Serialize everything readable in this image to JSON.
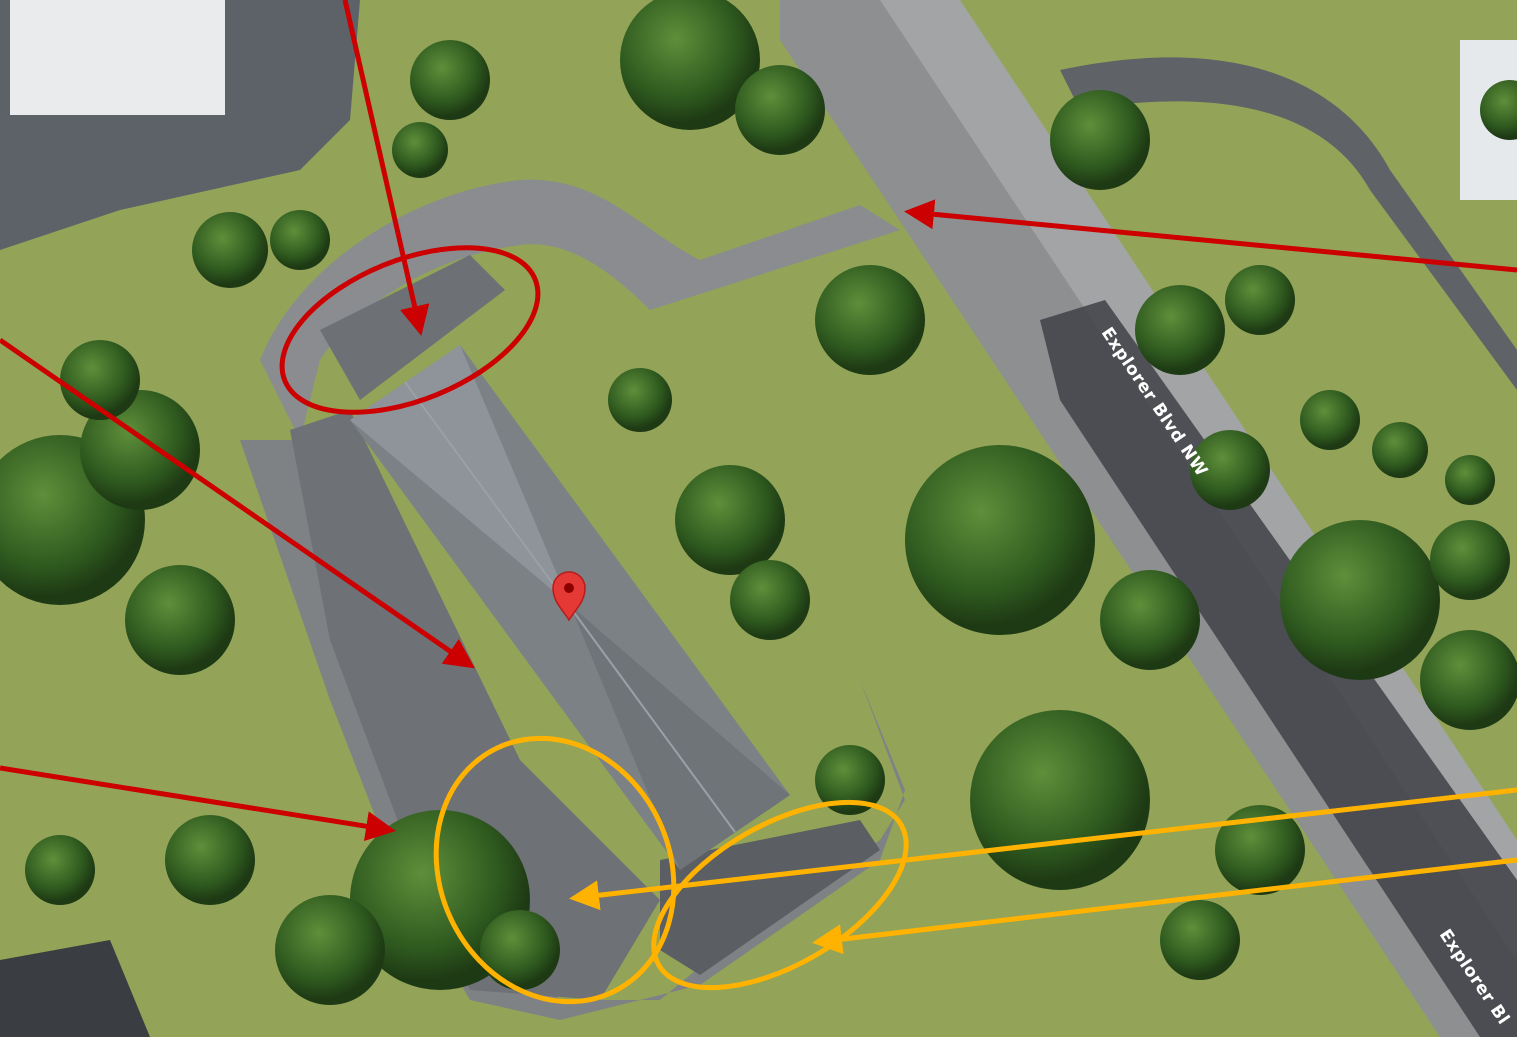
{
  "map": {
    "view": "satellite",
    "roads": [
      {
        "id": "road-1",
        "label": "Explorer Blvd NW"
      },
      {
        "id": "road-2",
        "label": "Explorer Bl"
      }
    ],
    "marker": {
      "icon": "map-pin-icon",
      "color": "#E53935"
    },
    "annotations": {
      "red_color": "#CC0000",
      "yellow_color": "#FFB300"
    }
  }
}
